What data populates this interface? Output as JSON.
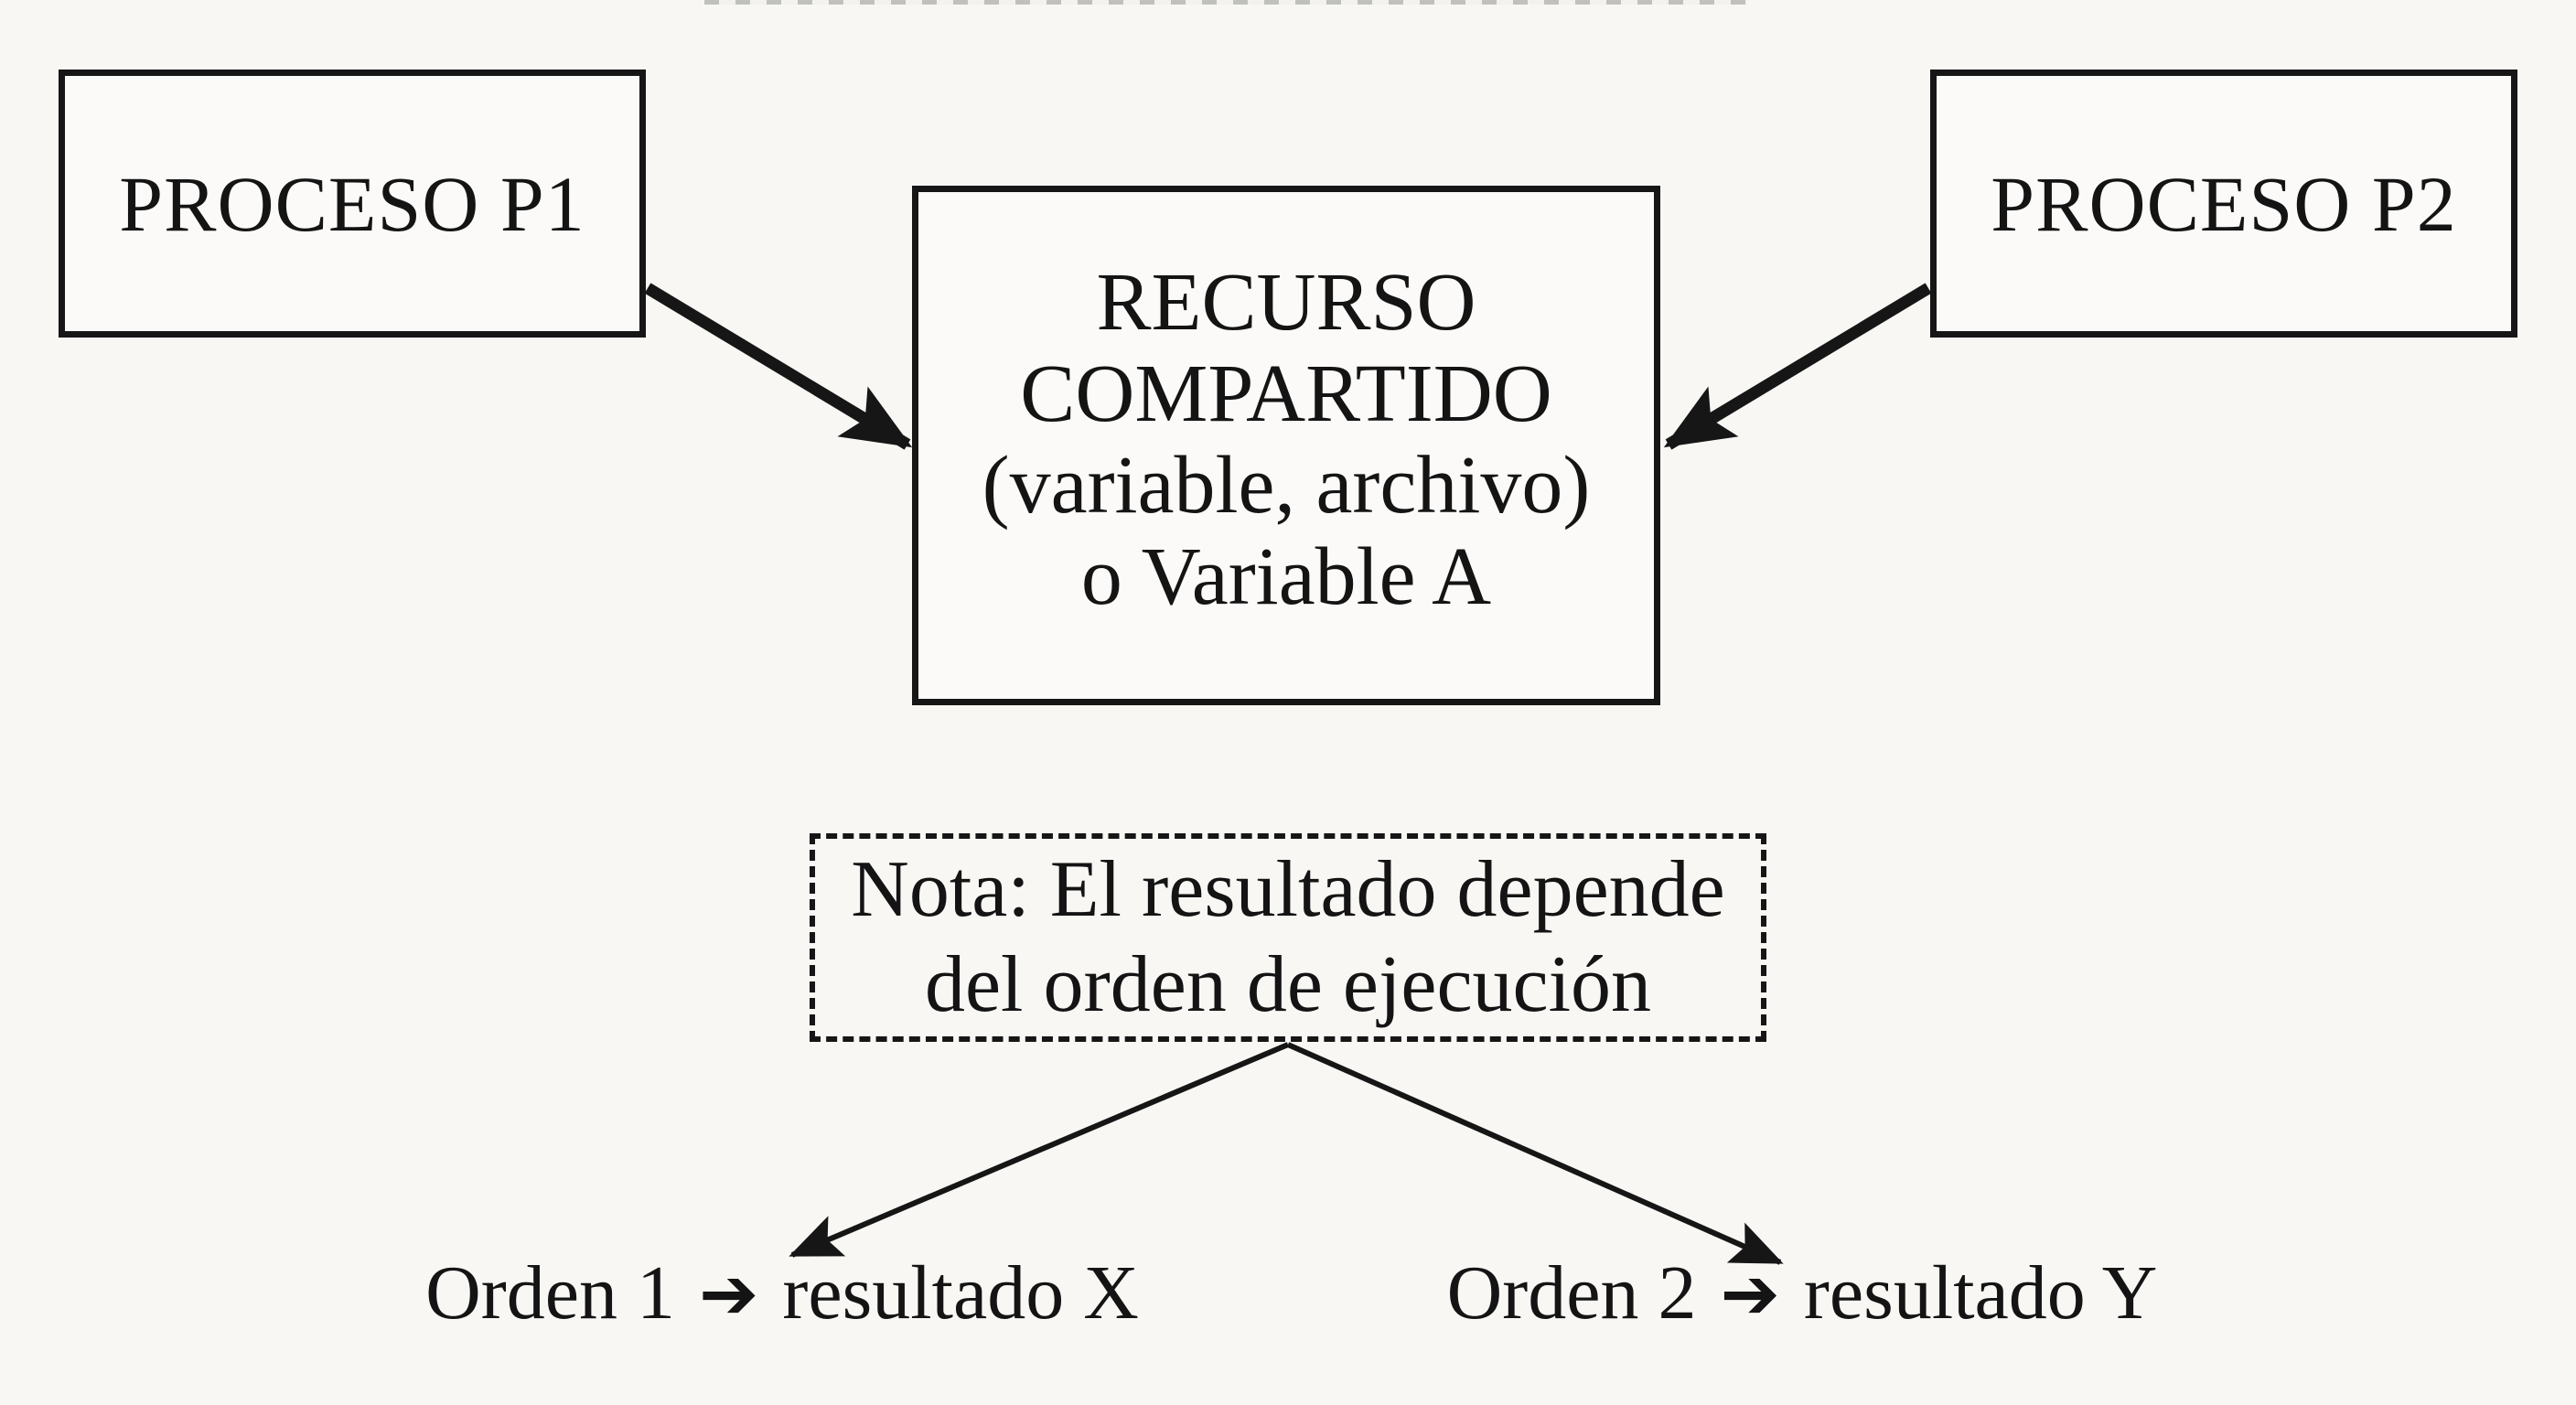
{
  "diagram": {
    "boxes": {
      "p1": {
        "label": "PROCESO P1"
      },
      "p2": {
        "label": "PROCESO P2"
      },
      "shared": {
        "lines": [
          "RECURSO",
          "COMPARTIDO",
          "(variable, archivo)",
          "o Variable A"
        ]
      },
      "note": {
        "lines": [
          "Nota: El resultado depende",
          "del orden de ejecución"
        ]
      }
    },
    "outcomes": {
      "left": {
        "prefix": "Orden 1",
        "arrow": "➔",
        "suffix": "resultado X"
      },
      "right": {
        "prefix": "Orden 2",
        "arrow": "➔",
        "suffix": "resultado Y"
      }
    },
    "colors": {
      "background": "#f8f7f4",
      "ink": "#161616"
    }
  }
}
